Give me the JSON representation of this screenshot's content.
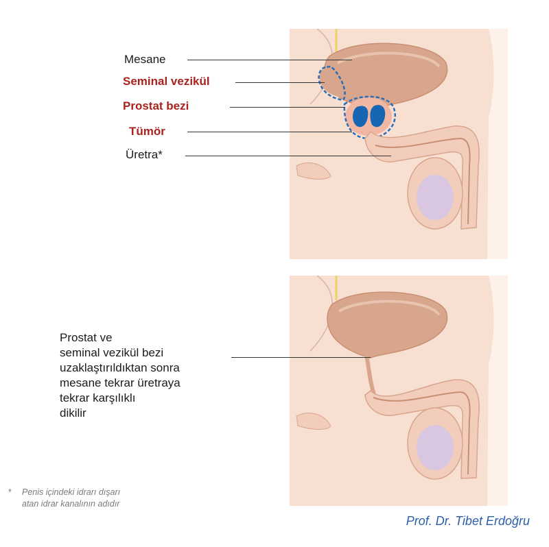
{
  "labels": {
    "bladder": "Mesane",
    "seminal_vesicle": "Seminal vezikül",
    "prostate": "Prostat bezi",
    "tumor": "Tümör",
    "urethra": "Üretra*"
  },
  "caption_lines": [
    "Prostat ve",
    "seminal vezikül bezi",
    "uzaklaştırıldıktan sonra",
    "mesane tekrar üretraya",
    "tekrar karşılıklı",
    "dikilir"
  ],
  "footnote": {
    "marker": "*",
    "lines": [
      "Penis içindeki idrarı dışarı",
      "atan idrar kanalının adıdır"
    ]
  },
  "author": "Prof. Dr. Tibet Erdoğru",
  "colors": {
    "label_red": "#a8231f",
    "tumor_blue": "#1666b3",
    "outline_blue": "#2a6cb8",
    "organ": "#d8a68c",
    "skin": "#f7e0d2",
    "testis": "#d9c7e2",
    "author_blue": "#2a5ea8"
  }
}
